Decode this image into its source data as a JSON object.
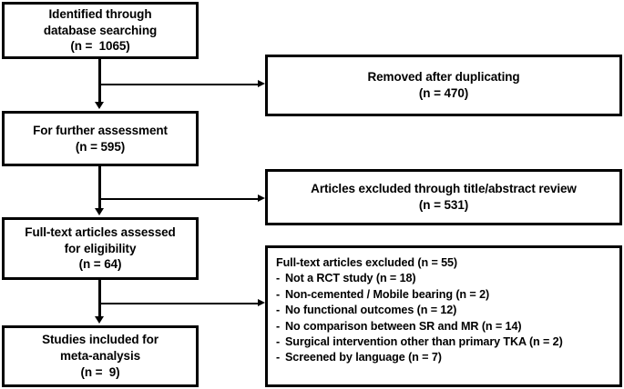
{
  "diagram": {
    "title": "PRISMA study selection flow diagram",
    "type": "flowchart",
    "colors": {
      "border": "#000000",
      "background": "#ffffff",
      "text": "#000000"
    },
    "boxes": {
      "identified": {
        "line1": "Identified through",
        "line2": "database searching",
        "line3": "(n =  1065)"
      },
      "removed": {
        "line1": "Removed after duplicating",
        "line2": "(n = 470)"
      },
      "assessment": {
        "line1": "For further assessment",
        "line2": "(n = 595)"
      },
      "excluded_title_abstract": {
        "line1": "Articles excluded through title/abstract review",
        "line2": "(n = 531)"
      },
      "fulltext_assessed": {
        "line1": "Full-text articles assessed",
        "line2": "for eligibility",
        "line3": "(n = 64)"
      },
      "fulltext_excluded": {
        "heading": "Full-text articles excluded (n = 55)",
        "dash": "-",
        "reasons": [
          "Not a RCT study (n = 18)",
          "Non-cemented / Mobile bearing (n = 2)",
          "No functional outcomes (n = 12)",
          "No comparison between SR and MR (n = 14)",
          "Surgical intervention other than primary TKA (n = 2)",
          "Screened by language (n = 7)"
        ]
      },
      "included": {
        "line1": "Studies included for",
        "line2": "meta-analysis",
        "line3": "(n =  9)"
      }
    }
  }
}
